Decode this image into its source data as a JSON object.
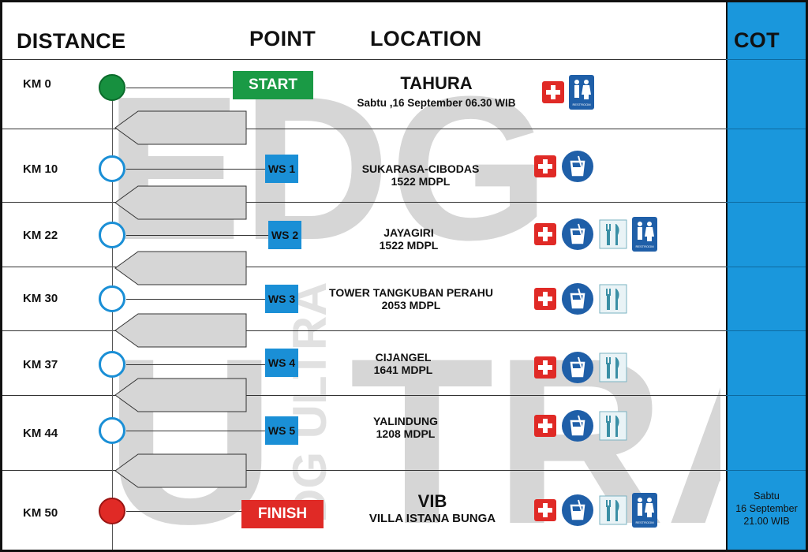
{
  "headers": {
    "distance": "DISTANCE",
    "point": "POINT",
    "location": "LOCATION",
    "cot": "COT"
  },
  "rows": [
    {
      "km": "KM 0",
      "point": "START",
      "point_type": "start",
      "location": "TAHURA",
      "detail": "Sabtu ,16 September  06.30 WIB",
      "icons": [
        "first-aid-icon",
        "restroom-icon"
      ]
    },
    {
      "km": "KM 10",
      "point": "WS 1",
      "point_type": "ws",
      "location": "SUKARASA-CIBODAS",
      "detail": "1522 MDPL",
      "icons": [
        "first-aid-icon",
        "water-icon"
      ]
    },
    {
      "km": "KM 22",
      "point": "WS 2",
      "point_type": "ws",
      "location": "JAYAGIRI",
      "detail": "1522 MDPL",
      "icons": [
        "first-aid-icon",
        "water-icon",
        "food-icon",
        "restroom-icon"
      ]
    },
    {
      "km": "KM 30",
      "point": "WS 3",
      "point_type": "ws",
      "location": "TOWER TANGKUBAN PERAHU",
      "detail": "2053 MDPL",
      "icons": [
        "first-aid-icon",
        "water-icon",
        "food-icon"
      ]
    },
    {
      "km": "KM 37",
      "point": "WS 4",
      "point_type": "ws",
      "location": "CIJANGEL",
      "detail": "1641 MDPL",
      "icons": [
        "first-aid-icon",
        "water-icon",
        "food-icon"
      ]
    },
    {
      "km": "KM 44",
      "point": "WS 5",
      "point_type": "ws",
      "location": "YALINDUNG",
      "detail": "1208 MDPL",
      "icons": [
        "first-aid-icon",
        "water-icon",
        "food-icon"
      ]
    },
    {
      "km": "KM 50",
      "point": "FINISH",
      "point_type": "finish",
      "location": "VIB",
      "detail": "VILLA ISTANA BUNGA",
      "icons": [
        "first-aid-icon",
        "water-icon",
        "food-icon",
        "restroom-icon"
      ]
    }
  ],
  "cot": {
    "line1": "Sabtu",
    "line2": "16 September",
    "line3": "21.00 WIB"
  },
  "restroom_label": "RESTROOM",
  "watermark_text": "EDG ULTRA",
  "colors": {
    "start": "#1a9a45",
    "finish": "#e02a26",
    "water_station": "#1a8fd6",
    "cot_column": "#1a97dc"
  }
}
